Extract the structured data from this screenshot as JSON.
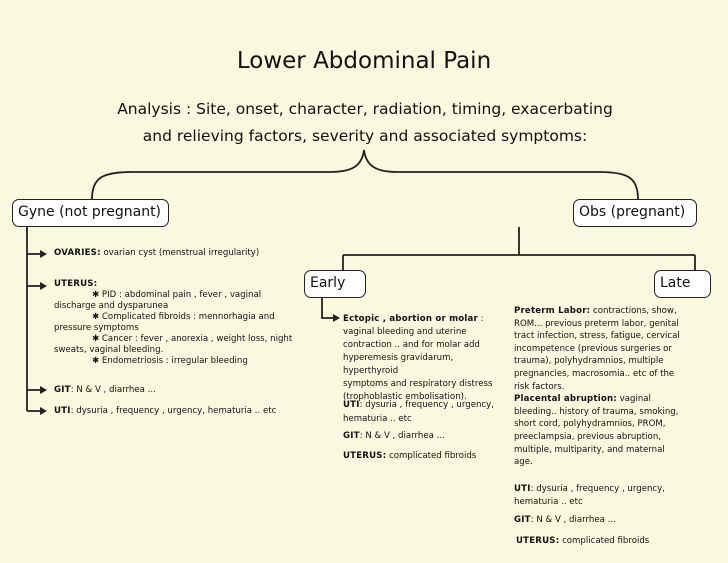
{
  "title": "Lower Abdominal Pain",
  "analysis": {
    "line1": "Analysis : Site, onset, character, radiation, timing, exacerbating",
    "line2": "and relieving factors, severity and associated symptoms:"
  },
  "gyne": {
    "label": "Gyne (not pregnant)",
    "ovaries": {
      "head": "OVARIES:",
      "text": " ovarian cyst (menstrual irregularity)"
    },
    "uterus": {
      "head": "UTERUS:",
      "item1": "✱ PID : abdominal pain , fever , vaginal",
      "item1b": "discharge and dysparunea",
      "item2": "✱ Complicated fibroids : mennorhagia and",
      "item2b": "pressure symptoms",
      "item3": "✱ Cancer : fever , anorexia , weight loss, night",
      "item3b": "sweats, vaginal bleeding.",
      "item4": "✱ Endometriosis : irregular bleeding"
    },
    "git": {
      "head": "GIT",
      "text": ": N & V , diarrhea ..."
    },
    "uti": {
      "head": "UTI",
      "text": ": dysuria , frequency , urgency, hematuria .. etc"
    }
  },
  "obs": {
    "label": "Obs (pregnant)",
    "early": {
      "label": "Early",
      "ectopic_head": "Ectopic , abortion or molar",
      "ectopic_colon": " :",
      "ectopic_lines": [
        "vaginal bleeding and uterine",
        "contraction .. and for molar add",
        "hyperemesis gravidarum, hyperthyroid",
        "symptoms and respiratory distress",
        "(trophoblastic embolisation)."
      ],
      "uti_head": "UTI",
      "uti_line1": ": dysuria , frequency , urgency,",
      "uti_line2": "hematuria .. etc",
      "git_head": "GIT",
      "git_text": ": N & V , diarrhea ...",
      "uterus_head": "UTERUS:",
      "uterus_text": " complicated fibroids"
    },
    "late": {
      "label": "Late",
      "preterm_head": "Preterm Labor:",
      "preterm_first": " contractions, show,",
      "preterm_lines": [
        "ROM... previous preterm labor, genital",
        "tract infection, stress, fatigue, cervical",
        "incompetence (previous surgeries or",
        "trauma), polyhydramnios, multiple",
        "pregnancies, macrosomia.. etc of the",
        "risk factors."
      ],
      "abruption_head": "Placental abruption:",
      "abruption_first": " vaginal",
      "abruption_lines": [
        "bleeding.. history of trauma, smoking,",
        "short cord, polyhydramnios, PROM,",
        "preeclampsia, previous abruption,",
        "multiple, multiparity, and maternal",
        "age."
      ],
      "uti_head": "UTI",
      "uti_line1": ": dysuria , frequency , urgency,",
      "uti_line2": "hematuria .. etc",
      "git_head": "GIT",
      "git_text": ": N & V , diarrhea ...",
      "uterus_head": "UTERUS:",
      "uterus_text": " complicated fibroids"
    }
  }
}
